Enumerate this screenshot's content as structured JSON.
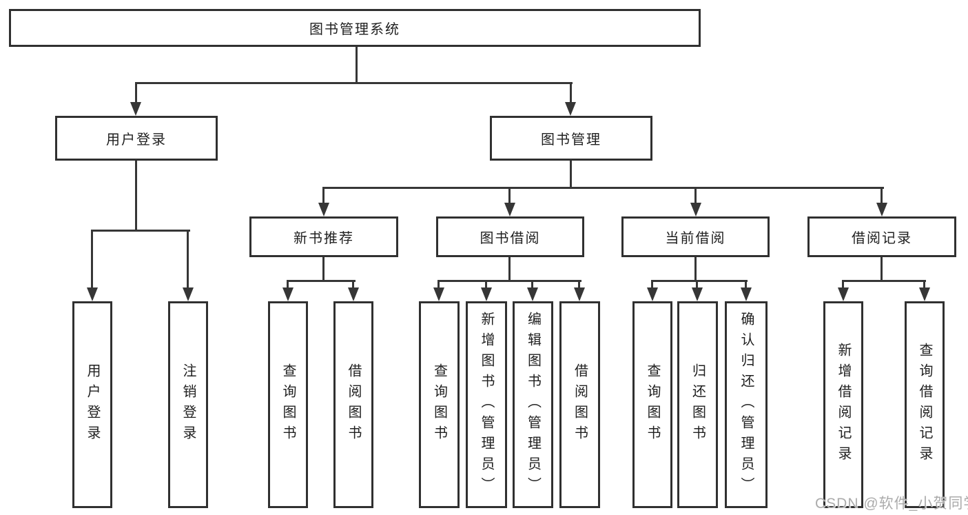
{
  "colors": {
    "line": "#363636",
    "box_border": "#303030",
    "box_fill": "#ffffff",
    "text": "#1f1f1f",
    "watermark": "#ababab"
  },
  "watermark": {
    "text": "CSDN @软件_小贺同学"
  },
  "tree": {
    "root": {
      "label": "图书管理系统"
    },
    "login": {
      "label": "用户登录",
      "children": [
        {
          "label": "用户登录"
        },
        {
          "label": "注销登录"
        }
      ]
    },
    "mgmt": {
      "label": "图书管理",
      "children": [
        {
          "label": "新书推荐",
          "children": [
            {
              "label": "查询图书"
            },
            {
              "label": "借阅图书"
            }
          ]
        },
        {
          "label": "图书借阅",
          "children": [
            {
              "label": "查询图书"
            },
            {
              "label": "新增图书（管理员）"
            },
            {
              "label": "编辑图书（管理员）"
            },
            {
              "label": "借阅图书"
            }
          ]
        },
        {
          "label": "当前借阅",
          "children": [
            {
              "label": "查询图书"
            },
            {
              "label": "归还图书"
            },
            {
              "label": "确认归还（管理员）"
            }
          ]
        },
        {
          "label": "借阅记录",
          "children": [
            {
              "label": "新增借阅记录"
            },
            {
              "label": "查询借阅记录"
            }
          ]
        }
      ]
    }
  }
}
